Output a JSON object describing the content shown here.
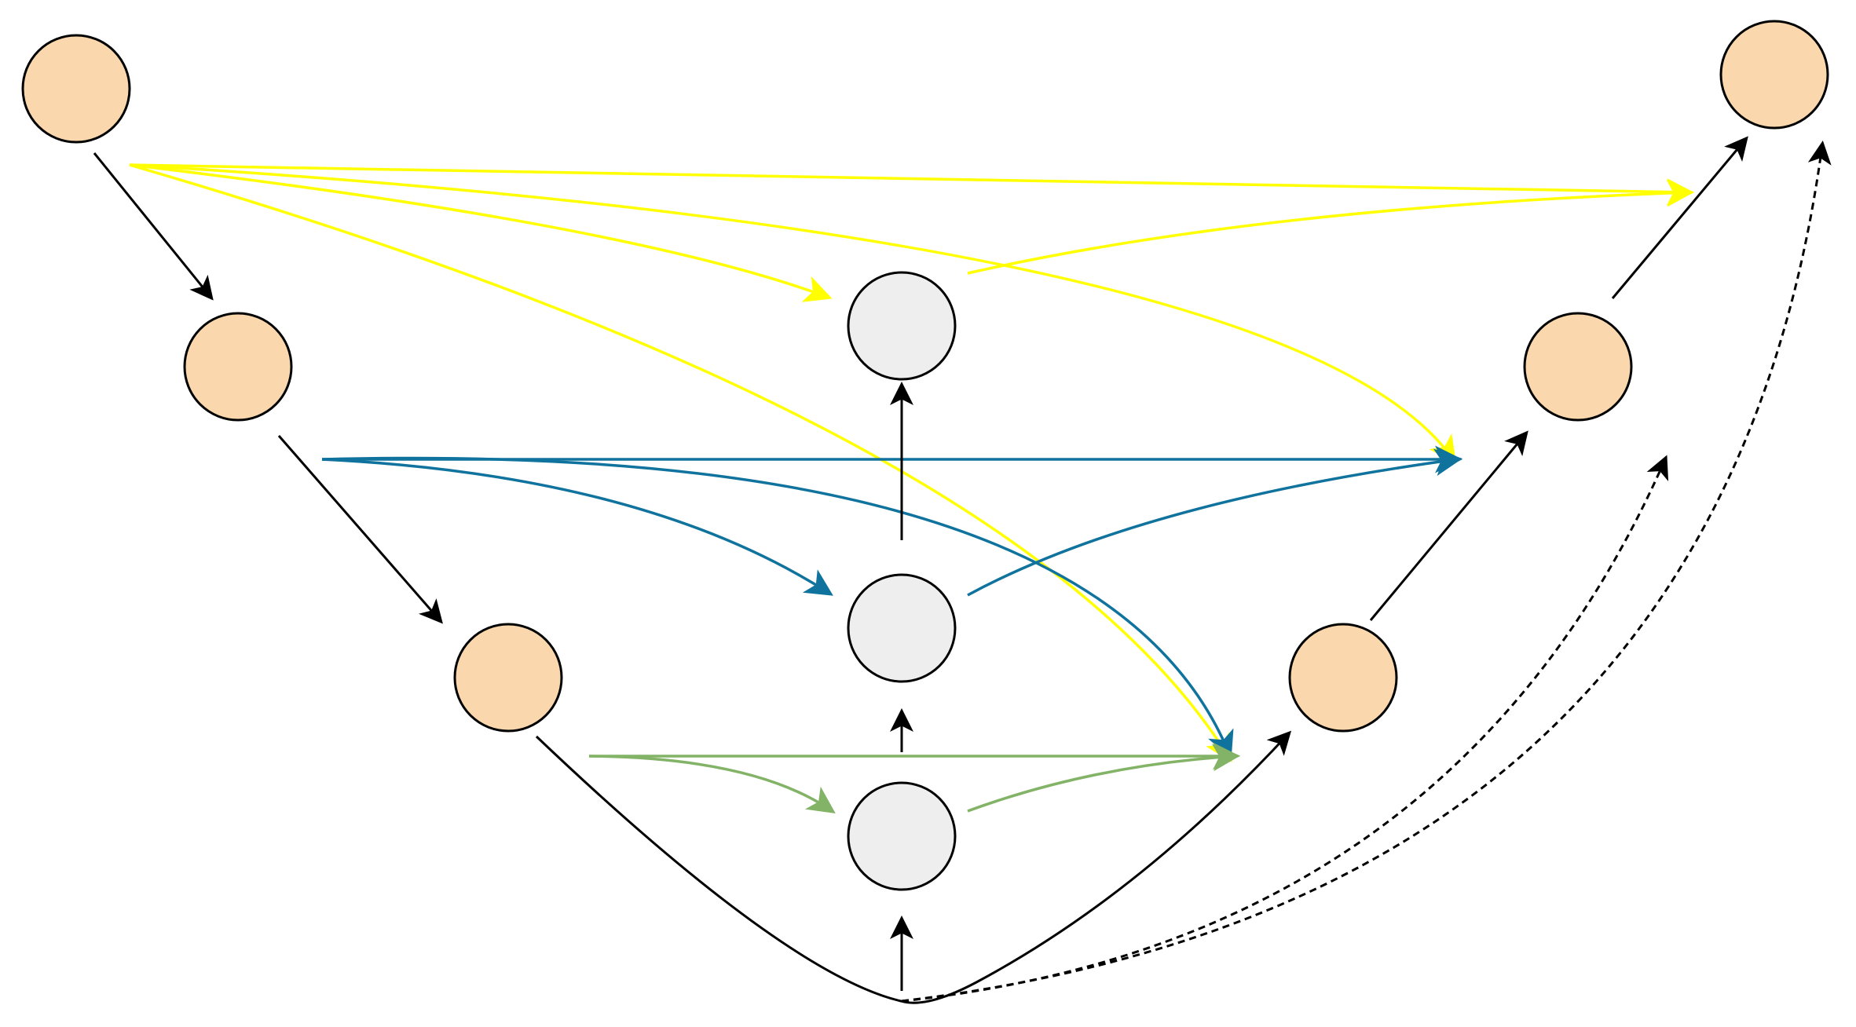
{
  "diagram": {
    "node_colors": {
      "encoder_decoder": "#FAD7AC",
      "bridge": "#EEEEEE",
      "stroke": "#000000"
    },
    "connection_colors": {
      "level_1": "#FFFF00",
      "level_2": "#10739E",
      "level_3": "#82B366",
      "main_path": "#000000"
    },
    "nodes": [
      {
        "id": "enc-1",
        "group": "encoder"
      },
      {
        "id": "enc-2",
        "group": "encoder"
      },
      {
        "id": "enc-3",
        "group": "encoder"
      },
      {
        "id": "bridge-top",
        "group": "bridge"
      },
      {
        "id": "bridge-mid",
        "group": "bridge"
      },
      {
        "id": "bridge-low",
        "group": "bridge"
      },
      {
        "id": "dec-3",
        "group": "decoder"
      },
      {
        "id": "dec-2",
        "group": "decoder"
      },
      {
        "id": "dec-1",
        "group": "decoder"
      }
    ],
    "edges": [
      {
        "from": "enc-1",
        "to": "enc-2",
        "color": "main_path",
        "style": "solid"
      },
      {
        "from": "enc-2",
        "to": "enc-3",
        "color": "main_path",
        "style": "solid"
      },
      {
        "from": "enc-3",
        "to": "dec-3",
        "color": "main_path",
        "style": "solid",
        "via": "bottom"
      },
      {
        "from": "dec-3",
        "to": "dec-2",
        "color": "main_path",
        "style": "solid"
      },
      {
        "from": "dec-2",
        "to": "dec-1",
        "color": "main_path",
        "style": "solid"
      },
      {
        "from": "bottom",
        "to": "bridge-low",
        "color": "main_path",
        "style": "solid"
      },
      {
        "from": "bridge-low",
        "to": "bridge-mid",
        "color": "main_path",
        "style": "solid"
      },
      {
        "from": "bridge-mid",
        "to": "bridge-top",
        "color": "main_path",
        "style": "solid"
      },
      {
        "from": "enc-1",
        "to": "dec-1",
        "color": "level_1",
        "style": "solid"
      },
      {
        "from": "enc-1",
        "to": "bridge-top",
        "color": "level_1",
        "style": "solid"
      },
      {
        "from": "enc-1",
        "to": "dec-2",
        "color": "level_1",
        "style": "solid"
      },
      {
        "from": "enc-1",
        "to": "dec-3",
        "color": "level_1",
        "style": "solid"
      },
      {
        "from": "bridge-top",
        "to": "dec-1",
        "color": "level_1",
        "style": "solid"
      },
      {
        "from": "enc-2",
        "to": "dec-2",
        "color": "level_2",
        "style": "solid"
      },
      {
        "from": "enc-2",
        "to": "bridge-mid",
        "color": "level_2",
        "style": "solid"
      },
      {
        "from": "enc-2",
        "to": "dec-3",
        "color": "level_2",
        "style": "solid"
      },
      {
        "from": "bridge-mid",
        "to": "dec-2",
        "color": "level_2",
        "style": "solid"
      },
      {
        "from": "enc-3",
        "to": "dec-3",
        "color": "level_3",
        "style": "solid"
      },
      {
        "from": "enc-3",
        "to": "bridge-low",
        "color": "level_3",
        "style": "solid"
      },
      {
        "from": "bridge-low",
        "to": "dec-3",
        "color": "level_3",
        "style": "solid"
      },
      {
        "from": "bottom",
        "to": "dec-2",
        "color": "main_path",
        "style": "dashed"
      },
      {
        "from": "bottom",
        "to": "dec-1",
        "color": "main_path",
        "style": "dashed"
      }
    ]
  }
}
